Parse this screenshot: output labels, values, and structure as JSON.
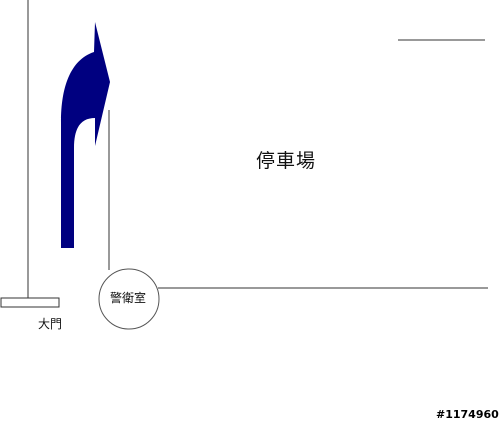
{
  "labels": {
    "parking_lot": "停車場",
    "guard_room": "警衛室",
    "main_gate": "大門",
    "image_ref": "#1174960"
  },
  "colors": {
    "arrow": "#000080",
    "lines": "#333333",
    "background": "#ffffff"
  }
}
